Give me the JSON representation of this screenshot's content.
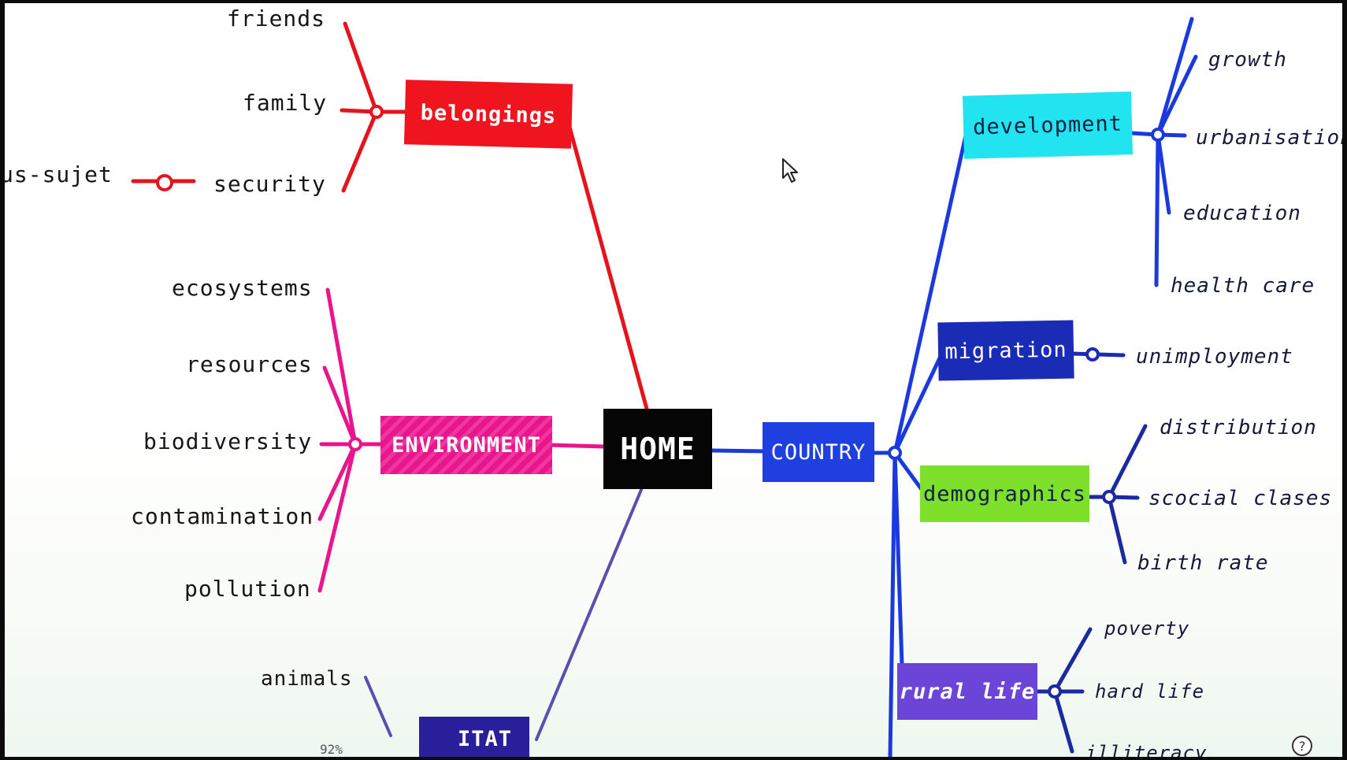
{
  "center": "HOME",
  "branches": {
    "belongings": {
      "label": "belongings",
      "color": "#f0141e",
      "leaves": [
        "friends",
        "family",
        "security"
      ],
      "extra": "us-sujet"
    },
    "environment": {
      "label": "ENVIRONMENT",
      "color": "#e8158c",
      "leaves": [
        "ecosystems",
        "resources",
        "biodiversity",
        "contamination",
        "pollution"
      ]
    },
    "habitat": {
      "label": "ITAT",
      "color": "#2a1f9a",
      "leaves": [
        "animals"
      ]
    },
    "country": {
      "label": "COUNTRY",
      "color": "#1f3fe0",
      "children": {
        "development": {
          "label": "development",
          "color": "#22e3f0",
          "leaves": [
            "growth",
            "urbanisation",
            "education",
            "health care"
          ]
        },
        "migration": {
          "label": "migration",
          "color": "#1a2bb5",
          "leaves": [
            "unimployment"
          ]
        },
        "demographics": {
          "label": "demographics",
          "color": "#7ee02a",
          "leaves": [
            "distribution",
            "scocial clases",
            "birth rate"
          ]
        },
        "rural_life": {
          "label": "rural life",
          "color": "#6a45d8",
          "leaves": [
            "poverty",
            "hard life",
            "illiteracy"
          ]
        }
      }
    }
  },
  "toolbar": {
    "zoom": "92%"
  }
}
